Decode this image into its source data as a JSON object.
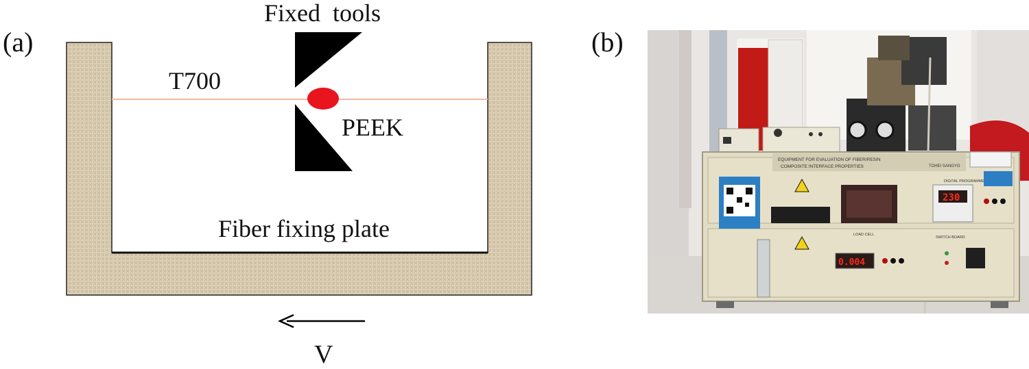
{
  "panel_a": {
    "label": "(a)",
    "fixed_tools_label": "Fixed  tools",
    "fiber_label": "T700",
    "resin_label": "PEEK",
    "plate_label": "Fiber fixing plate",
    "velocity_label": "V"
  },
  "panel_b": {
    "label": "(b)",
    "nameplate_line1": "EQUIPMENT FOR EVALUATION OF FIBER/RESIN",
    "nameplate_line2": "COMPOSITE INTERFACE PROPERTIES",
    "maker_line": "TOHEI SANGYO",
    "upper_display": "230",
    "lower_display": "0.004",
    "load_cell_label": "LOAD CELL",
    "switch_label": "SWITCH BOARD",
    "digital_label": "DIGITAL PROGRAMMER"
  },
  "colors": {
    "plate": "#d9cbb0",
    "plate_texture": "#c2b394",
    "fiber": "#f0b8a0",
    "droplet": "#e8141e",
    "tool": "#000000",
    "lcd": "#ff2a1a",
    "machine_body": "#e2dcc4"
  }
}
